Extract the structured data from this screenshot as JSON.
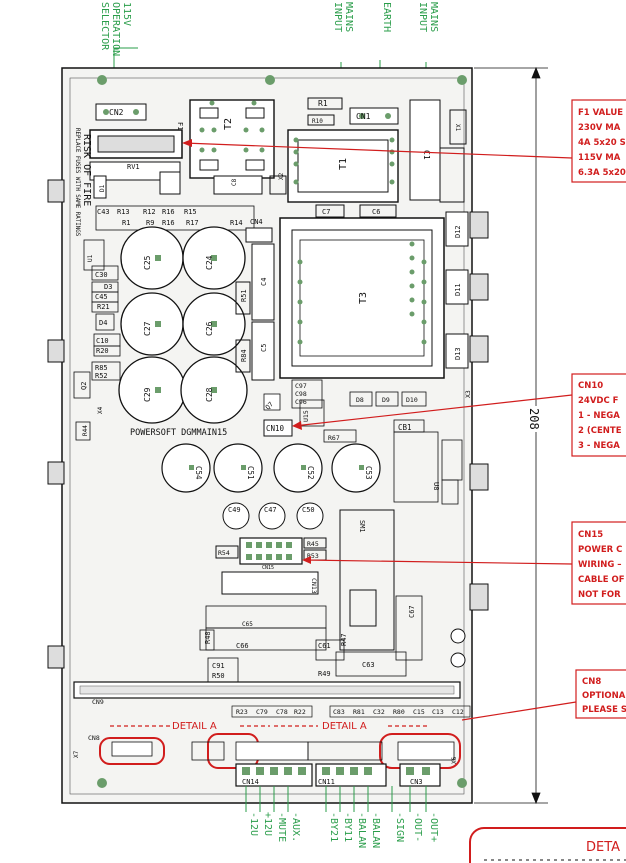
{
  "top_labels": {
    "selector": [
      "115V",
      "OPERATION",
      "SELECTOR"
    ],
    "mains_input_left": [
      "MAINS",
      "INPUT"
    ],
    "earth": "EARTH",
    "mains_input_right": [
      "MAINS",
      "INPUT"
    ]
  },
  "board": {
    "name": "POWERSOFT  DGMMAIN15",
    "dimension": "208",
    "warning": [
      "RISK OF FIRE",
      "REPLACE FUSES WITH SAME RATINGS"
    ],
    "detail_label": "DETAIL A",
    "bottom_box_title": "DETA"
  },
  "components": {
    "cn2": "CN2",
    "cn1": "CN1",
    "t1": "T1",
    "t2": "T2",
    "t3": "T3",
    "f1": "F1",
    "rv1": "RV1",
    "d1": "D1",
    "r1": "R1",
    "r10": "R10",
    "c1": "C1",
    "x1": "X1",
    "x2": "X2",
    "c8": "C8",
    "c7": "C7",
    "c6": "C6",
    "cn4": "CN4",
    "c25": "C25",
    "c24": "C24",
    "c27": "C27",
    "c26": "C26",
    "c29": "C29",
    "c28": "C28",
    "c4": "C4",
    "c5": "C5",
    "r51": "R51",
    "r84": "R84",
    "d12": "D12",
    "d11": "D11",
    "d13": "D13",
    "u1": "U1",
    "c30": "C30",
    "d3": "D3",
    "c45": "C45",
    "r21": "R21",
    "d4": "D4",
    "c10": "C10",
    "r20": "R20",
    "r85": "R85",
    "r52": "R52",
    "q2": "Q2",
    "x4": "X4",
    "r44": "R44",
    "c97": "C97",
    "c98": "C98",
    "c96": "C96",
    "q7": "Q7",
    "cn10": "CN10",
    "u15": "U15",
    "r67": "R67",
    "d8": "D8",
    "d9": "D9",
    "d10": "D10",
    "x3": "X3",
    "cb1": "CB1",
    "c54": "C54",
    "c51": "C51",
    "c52": "C52",
    "c53": "C53",
    "c49": "C49",
    "c47": "C47",
    "c50": "C50",
    "r45": "R45",
    "r53": "R53",
    "r54": "R54",
    "cn15": "CN15",
    "cn13": "CN13",
    "cn9": "CN9",
    "cn8": "CN8",
    "cn14": "CN14",
    "cn11": "CN11",
    "cn3": "CN3",
    "c63": "C63",
    "c61": "C61",
    "c67": "C67",
    "r47": "R47",
    "r48": "R48",
    "r49": "R49",
    "c91": "C91",
    "r50": "R50",
    "c65": "C65",
    "c66": "C66",
    "x7": "X7",
    "x6": "X6",
    "sm1": "SM1",
    "u8": "U8"
  },
  "resistor_row": [
    "C43",
    "R13",
    "R12",
    "R16",
    "R15",
    "R1",
    "R9",
    "R16",
    "R17",
    "R14"
  ],
  "bottom_row": [
    "R23",
    "C79",
    "C78",
    "R22",
    "C83",
    "R81",
    "C32",
    "R80",
    "C15",
    "C13",
    "C12"
  ],
  "bottom_pins": [
    "-12U",
    "+12U",
    "-MUTE",
    "-AUX.",
    "-BY21",
    "-BY11",
    "-BALAN",
    "-BALAN",
    "-SIGN",
    "-OUT-",
    "-OUT+"
  ],
  "callouts": {
    "f1": [
      "F1 VALUE",
      "230V MA",
      "4A 5x20 S",
      "115V MA",
      "6.3A 5x20"
    ],
    "cn10": [
      "CN10",
      "24VDC  F",
      "1 - NEGA",
      "2 (CENTE",
      "3 - NEGA"
    ],
    "cn15": [
      "CN15",
      "POWER C",
      "WIRING –",
      "CABLE OF",
      "NOT FOR"
    ],
    "cn8": [
      "CN8",
      "OPTIONA",
      "PLEASE S"
    ]
  },
  "colors": {
    "label_green": "#2a9d4a",
    "callout_red": "#d11d1d",
    "board_fill": "#f4f4f2",
    "pad_green": "#6b9d6b"
  }
}
